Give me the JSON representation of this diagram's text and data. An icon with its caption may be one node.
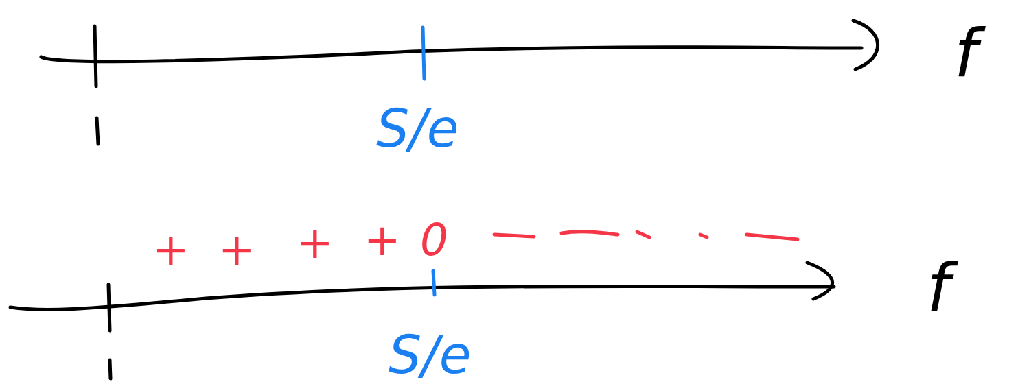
{
  "diagram": {
    "labels": [
      "f",
      "S/e",
      "+",
      "+",
      "+",
      "+",
      "0",
      "f",
      "S/e"
    ]
  }
}
